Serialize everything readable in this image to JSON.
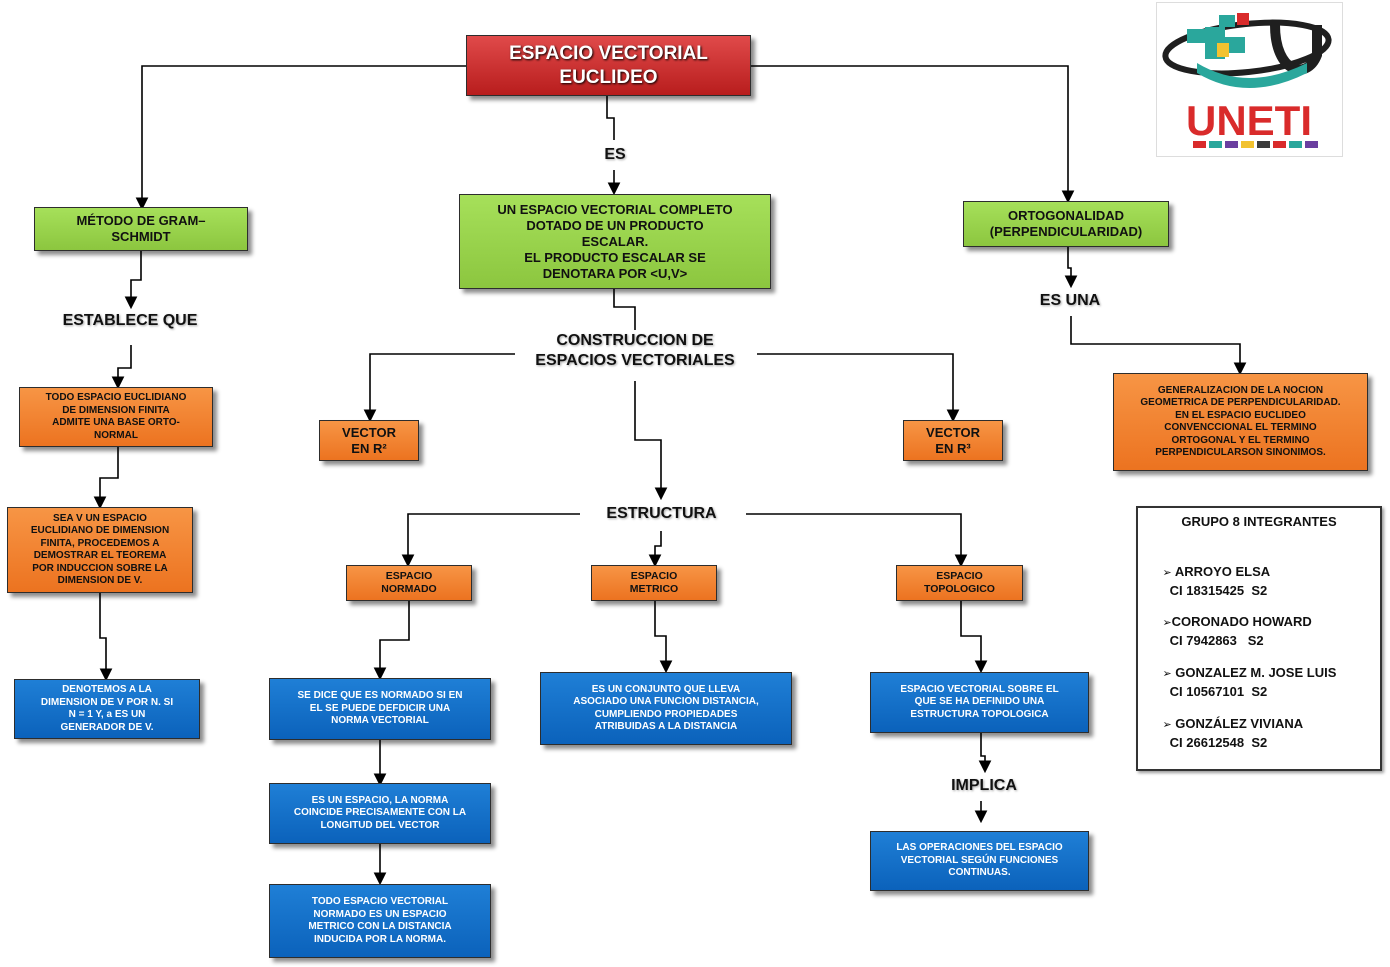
{
  "main": {
    "title": "ESPACIO VECTORIAL\nEUCLIDEO"
  },
  "labels": {
    "es": "ES",
    "establece": "ESTABLECE QUE",
    "es_una": "ES UNA",
    "construccion": "CONSTRUCCION DE\nESPACIOS VECTORIALES",
    "estructura": "ESTRUCTURA",
    "implica": "IMPLICA"
  },
  "green": {
    "gram": "MÉTODO  DE GRAM–\nSCHMIDT",
    "center": "UN ESPACIO VECTORIAL COMPLETO\nDOTADO DE UN  PRODUCTO\nESCALAR.\nEL PRODUCTO ESCALAR SE\nDENOTARA POR <U,V>",
    "orto": "ORTOGONALIDAD\n(PERPENDICULARIDAD)"
  },
  "orange": {
    "todo": "TODO ESPACIO EUCLIDIANO\nDE DIMENSION FINITA\nADMITE UNA  BASE ORTO-\nNORMAL",
    "sea": "SEA V UN ESPACIO\nEUCLIDIANO DE DIMENSION\nFINITA, PROCEDEMOS A\nDEMOSTRAR EL TEOREMA\nPOR INDUCCION  SOBRE LA\nDIMENSION  DE V.",
    "r2": "VECTOR\nEN R²",
    "r3": "VECTOR\nEN R³",
    "normado": "ESPACIO\nNORMADO",
    "metrico": "ESPACIO\nMETRICO",
    "topologico": "ESPACIO\nTOPOLOGICO",
    "generalizacion": "GENERALIZACION DE LA NOCION\nGEOMETRICA DE PERPENDICULARIDAD.\nEN EL ESPACIO EUCLIDEO\nCONVENCCIONAL  EL TERMINO\nORTOGONAL Y EL TERMINO\nPERPENDICULARSON SINONIMOS."
  },
  "blue": {
    "denotemos": "DENOTEMOS A LA\nDIMENSION DE V POR  N. SI\nN = 1  Y,  a ES UN\nGENERADOR DE V.",
    "normado1": "SE DICE QUE ES NORMADO SI EN\nEL SE PUEDE DEFDICIR UNA\nNORMA VECTORIAL",
    "normado2": "ES UN ESPACIO, LA NORMA\nCOINCIDE PRECISAMENTE CON LA\nLONGITUD DEL VECTOR",
    "normado3": "TODO ESPACIO VECTORIAL\nNORMADO ES UN ESPACIO\nMETRICO CON LA DISTANCIA\nINDUCIDA POR LA NORMA.",
    "metrico": "ES UN CONJUNTO QUE LLEVA\nASOCIADO UNA FUNCION DISTANCIA,\nCUMPLIENDO PROPIEDADES\nATRIBUIDAS A LA DISTANCIA",
    "topo1": "ESPACIO VECTORIAL SOBRE EL\nQUE SE HA DEFINIDO UNA\nESTRUCTURA TOPOLOGICA",
    "topo2": "LAS OPERACIONES DEL ESPACIO\nVECTORIAL SEGÚN FUNCIONES\nCONTINUAS."
  },
  "group": {
    "title": "GRUPO 8 INTEGRANTES",
    "members": [
      {
        "name": "ARROYO ELSA",
        "ci": "CI 18315425  S2"
      },
      {
        "name": "CORONADO HOWARD",
        "ci": "CI 7942863   S2"
      },
      {
        "name": "GONZALEZ M. JOSE LUIS",
        "ci": "CI 10567101  S2"
      },
      {
        "name": "GONZÁLEZ VIVIANA",
        "ci": "CI 26612548  S2"
      }
    ]
  },
  "logo": {
    "text": "UNETI",
    "colors": [
      "#d92b2b",
      "#2aa79c",
      "#6b3fa0",
      "#f2c230",
      "#3b3b3b"
    ]
  }
}
